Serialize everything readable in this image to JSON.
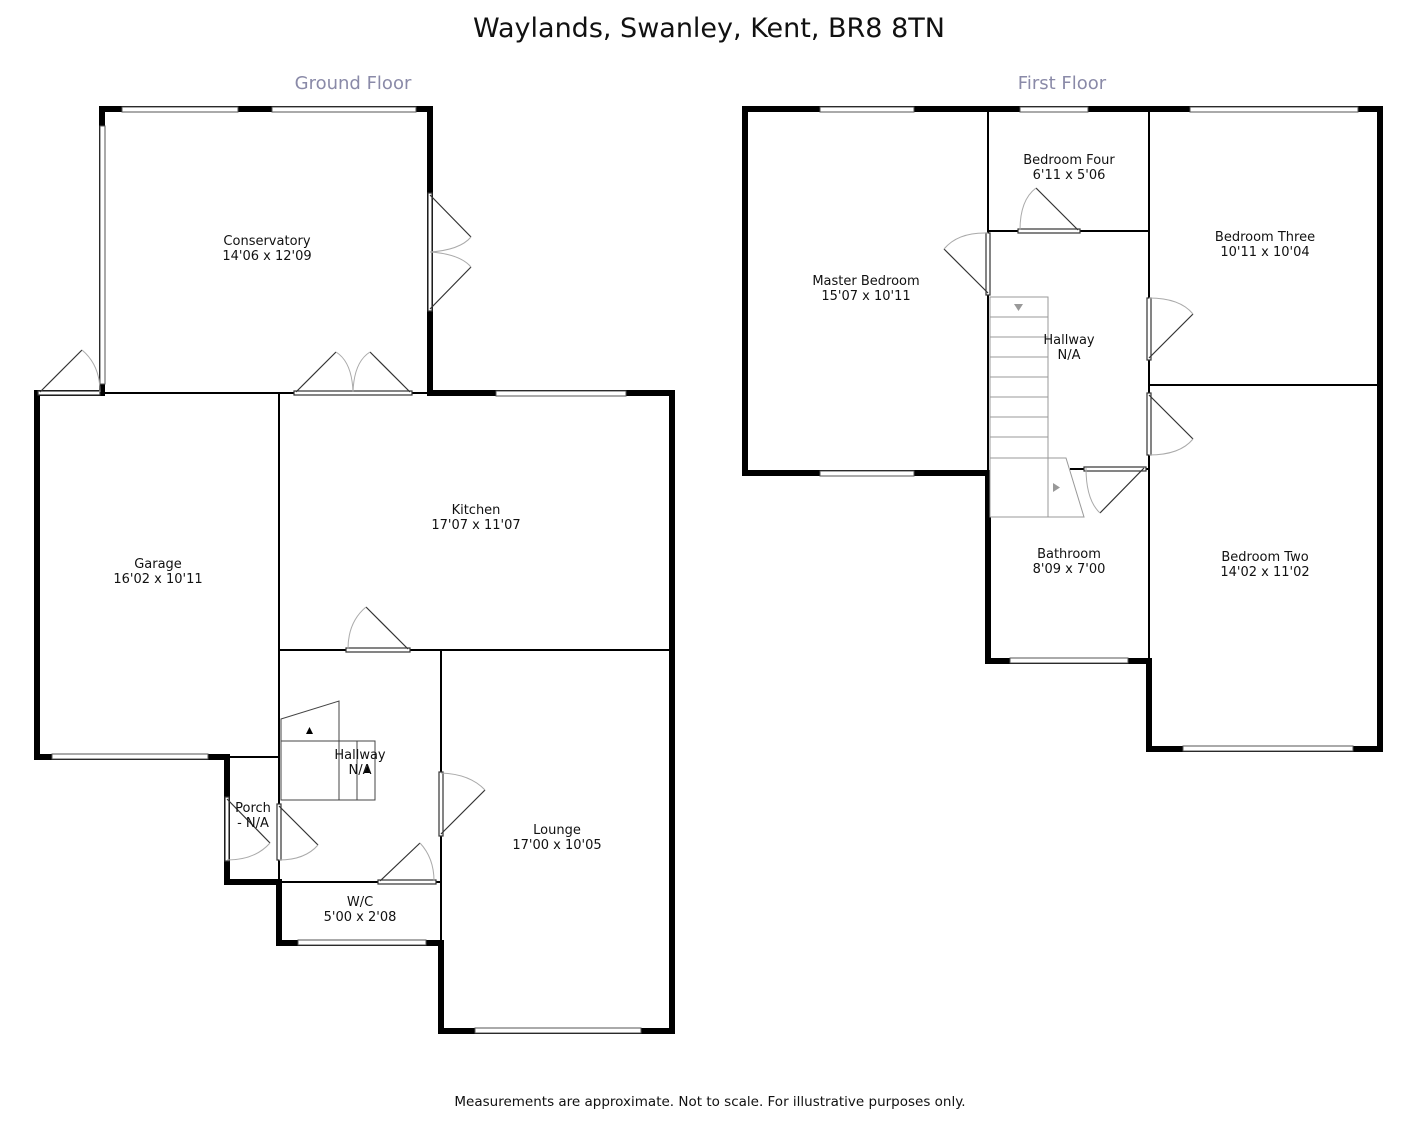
{
  "title": "Waylands, Swanley, Kent, BR8 8TN",
  "floors": {
    "ground": {
      "label": "Ground Floor"
    },
    "first": {
      "label": "First Floor"
    }
  },
  "rooms": {
    "conservatory": {
      "name": "Conservatory",
      "size": "14'06 x 12'09"
    },
    "garage": {
      "name": "Garage",
      "size": "16'02 x 10'11"
    },
    "kitchen": {
      "name": "Kitchen",
      "size": "17'07 x 11'07"
    },
    "ground_hallway": {
      "name": "Hallway",
      "size": "N/A"
    },
    "porch": {
      "name": "Porch",
      "size": "- N/A"
    },
    "lounge": {
      "name": "Lounge",
      "size": "17'00 x 10'05"
    },
    "wc": {
      "name": "W/C",
      "size": "5'00 x 2'08"
    },
    "master_bedroom": {
      "name": "Master Bedroom",
      "size": "15'07 x 10'11"
    },
    "bedroom_four": {
      "name": "Bedroom Four",
      "size": "6'11 x 5'06"
    },
    "bedroom_three": {
      "name": "Bedroom Three",
      "size": "10'11 x 10'04"
    },
    "first_hallway": {
      "name": "Hallway",
      "size": "N/A"
    },
    "bathroom": {
      "name": "Bathroom",
      "size": "8'09 x 7'00"
    },
    "bedroom_two": {
      "name": "Bedroom Two",
      "size": "14'02 x 11'02"
    }
  },
  "footer": "Measurements are approximate. Not to scale. For illustrative purposes only.",
  "colors": {
    "wall": "#000000",
    "floor_label": "#8a8aa8",
    "background": "#ffffff"
  }
}
